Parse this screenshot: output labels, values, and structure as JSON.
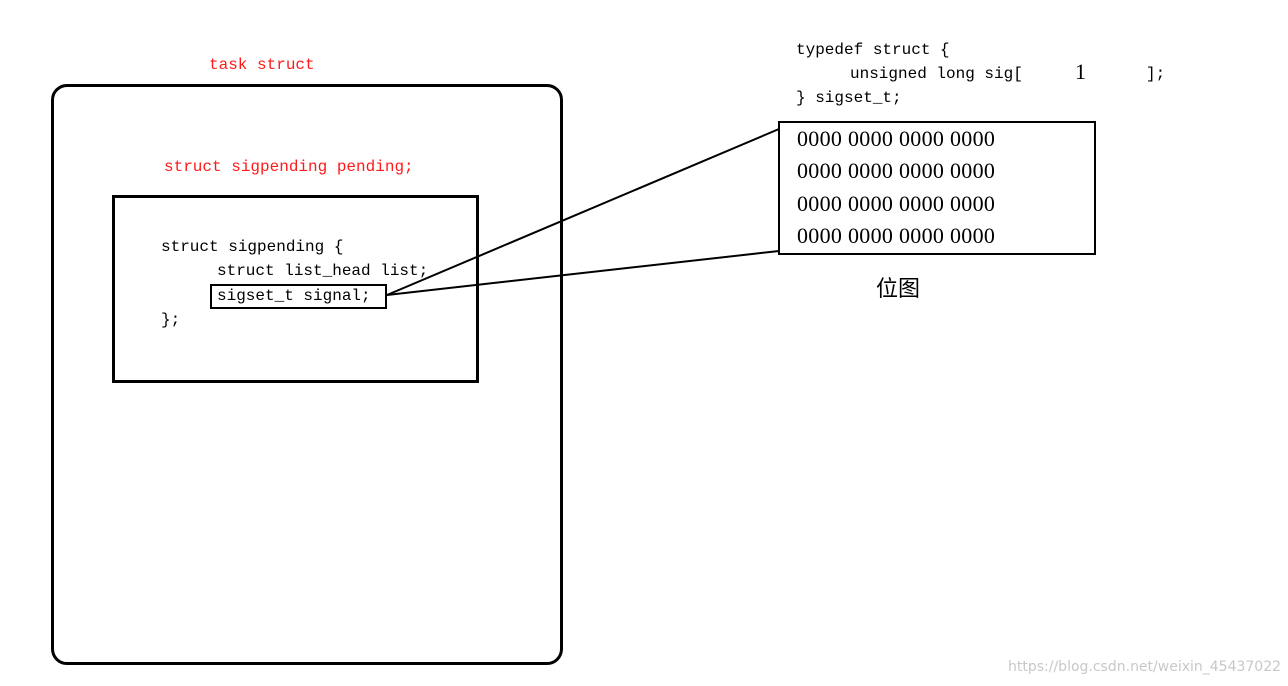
{
  "task_struct": {
    "title": "task struct",
    "pending_decl": "struct sigpending pending;"
  },
  "sigpending": {
    "open": "struct sigpending {",
    "field_list": "struct list_head list;",
    "field_signal": "sigset_t signal;",
    "close": "};"
  },
  "sigset": {
    "line1": "typedef struct {",
    "line2_prefix": "unsigned long sig[",
    "array_size": "1",
    "line2_suffix": "];",
    "line3": "} sigset_t;"
  },
  "bitmap": {
    "rows": [
      "0000 0000 0000 0000",
      "0000 0000 0000 0000",
      "0000 0000 0000 0000",
      "0000 0000 0000 0000"
    ],
    "caption": "位图"
  },
  "watermark": "https://blog.csdn.net/weixin_45437022",
  "colors": {
    "red_text": "#ff1a1a",
    "stroke": "#000000"
  }
}
